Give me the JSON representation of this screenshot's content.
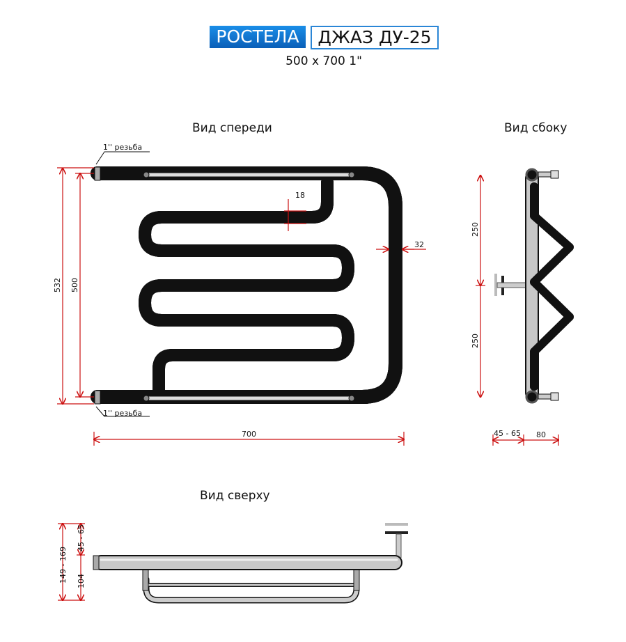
{
  "header": {
    "brand": "РОСТЕЛА",
    "model": "ДЖАЗ ДУ-25",
    "size": "500 x 700 1\""
  },
  "views": {
    "front": "Вид спереди",
    "side": "Вид сбоку",
    "top": "Вид сверху"
  },
  "front_dims": {
    "thread_top": "1'' резьба",
    "thread_bottom": "1'' резьба",
    "overall_height": "532",
    "center_height": "500",
    "width": "700",
    "bend": "18",
    "pipe": "32"
  },
  "side_dims": {
    "upper": "250",
    "lower": "250",
    "wall_gap": "45 - 65",
    "depth": "80"
  },
  "top_dims": {
    "total": "149 - 169",
    "wall_gap": "45 - 65",
    "depth": "104"
  },
  "colors": {
    "brand": "#0a6fd0",
    "dimension": "#cc1111",
    "pipe": "#c8c8c8"
  }
}
